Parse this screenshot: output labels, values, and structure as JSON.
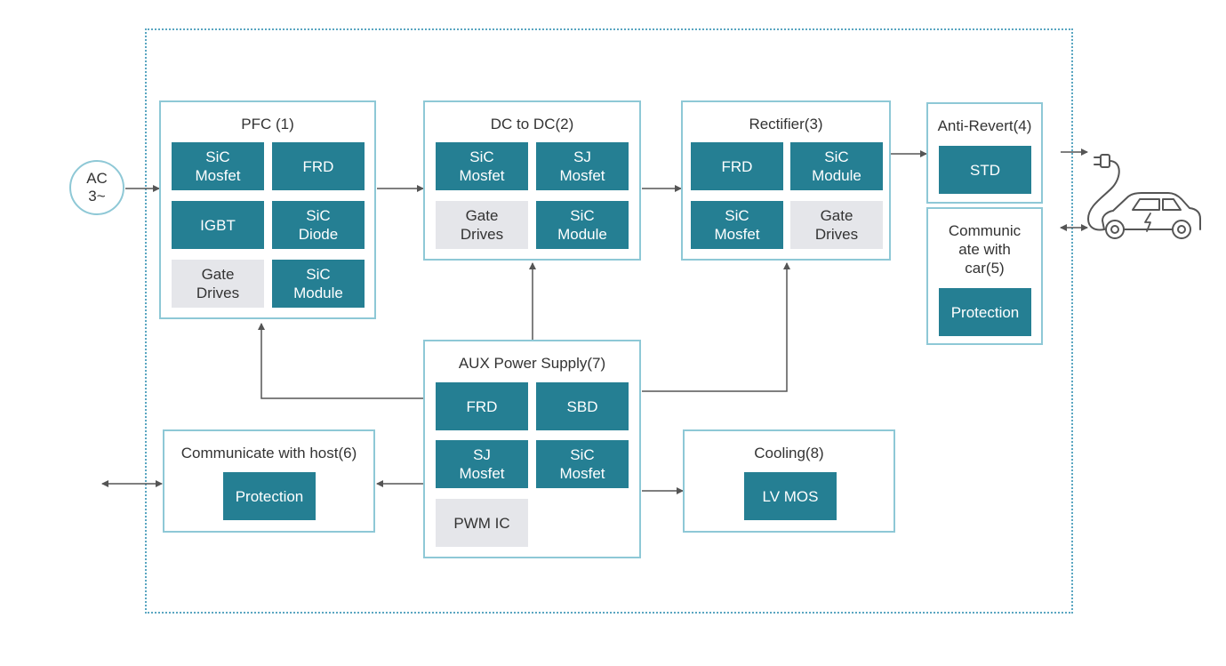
{
  "colors": {
    "outer_border": "#5aa6c1",
    "group_border": "#8ec8d6",
    "chip_teal": "#257f93",
    "chip_grey": "#e5e6ea",
    "arrow": "#555555"
  },
  "ac_source": {
    "label": "AC\n3~"
  },
  "blocks": {
    "pfc": {
      "title": "PFC (1)",
      "chips": [
        "SiC\nMosfet",
        "FRD",
        "IGBT",
        "SiC\nDiode",
        "Gate\nDrives",
        "SiC\nModule"
      ]
    },
    "dcdc": {
      "title": "DC to DC(2)",
      "chips": [
        "SiC\nMosfet",
        "SJ\nMosfet",
        "Gate\nDrives",
        "SiC\nModule"
      ]
    },
    "rectifier": {
      "title": "Rectifier(3)",
      "chips": [
        "FRD",
        "SiC\nModule",
        "SiC\nMosfet",
        "Gate\nDrives"
      ]
    },
    "anti_revert": {
      "title": "Anti-Revert(4)",
      "chips": [
        "STD"
      ]
    },
    "comm_car": {
      "title": "Communic\nate with\ncar(5)",
      "chips": [
        "Protection"
      ]
    },
    "comm_host": {
      "title": "Communicate with host(6)",
      "chips": [
        "Protection"
      ]
    },
    "aux": {
      "title": "AUX Power Supply(7)",
      "chips": [
        "FRD",
        "SBD",
        "SJ\nMosfet",
        "SiC\nMosfet",
        "PWM IC"
      ]
    },
    "cooling": {
      "title": "Cooling(8)",
      "chips": [
        "LV MOS"
      ]
    }
  },
  "icons": [
    "charging-plug-icon",
    "electric-car-icon"
  ]
}
